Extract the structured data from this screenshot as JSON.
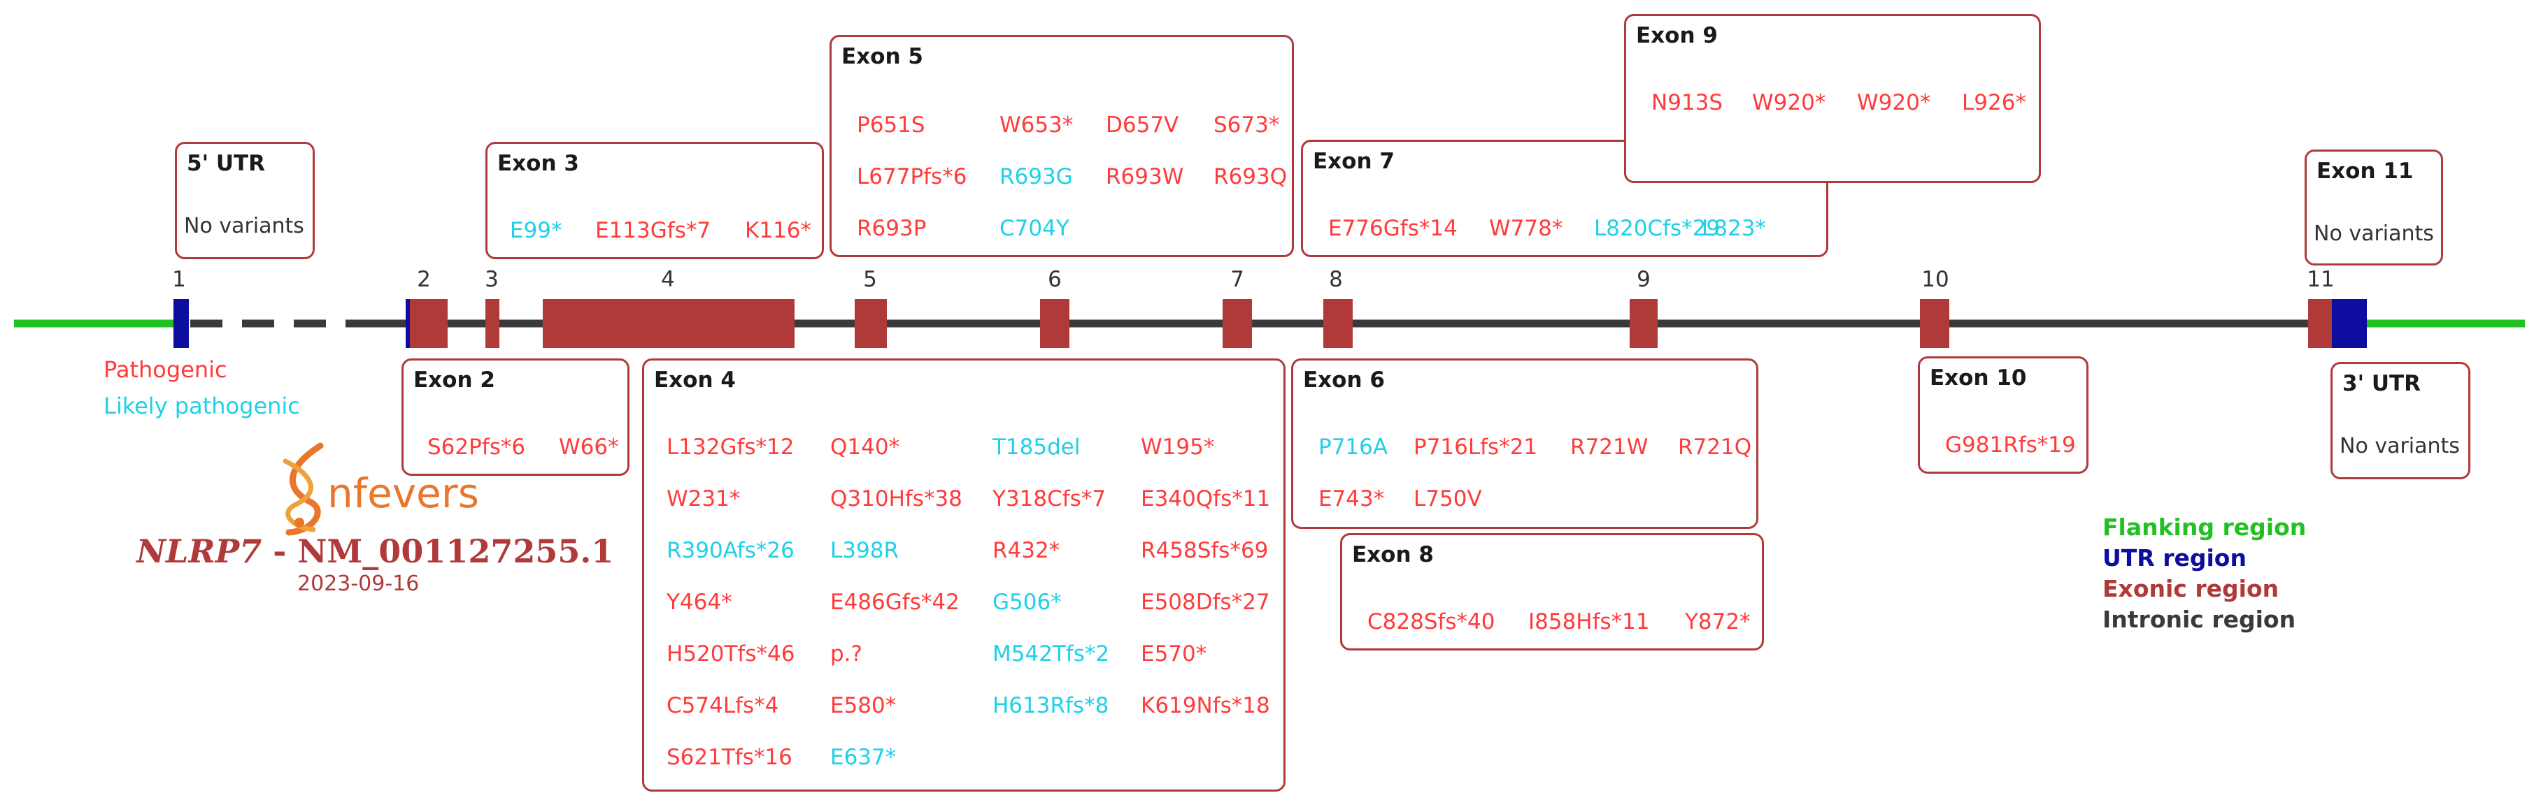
{
  "colors": {
    "pathogenic": "#ff3b3b",
    "likely_pathogenic": "#1fd0e8",
    "flanking": "#22c022",
    "utr": "#0d0da0",
    "exonic": "#b03a3a",
    "intronic": "#3a3a3a",
    "border": "#b03a3a"
  },
  "legend": {
    "pathogenic": "Pathogenic",
    "likely_pathogenic": "Likely pathogenic"
  },
  "logo": {
    "text": "nfevers"
  },
  "gene": {
    "name": "NLRP7",
    "separator": " - ",
    "transcript": "NM_001127255.1",
    "date": "2023-09-16"
  },
  "regions": [
    {
      "label": "Flanking region",
      "color": "#22c022"
    },
    {
      "label": "UTR region",
      "color": "#0d0da0"
    },
    {
      "label": "Exonic region",
      "color": "#b03a3a"
    },
    {
      "label": "Intronic region",
      "color": "#3a3a3a"
    }
  ],
  "exon_numbers": [
    "1",
    "2",
    "3",
    "4",
    "5",
    "6",
    "7",
    "8",
    "9",
    "10",
    "11"
  ],
  "boxes": [
    {
      "id": "utr5",
      "title": "5' UTR",
      "no_variants": "No variants",
      "rows": []
    },
    {
      "id": "exon3",
      "title": "Exon 3",
      "rows": [
        [
          {
            "t": "E99*",
            "c": "lp"
          },
          {
            "t": "E113Gfs*7",
            "c": "p"
          },
          {
            "t": "K116*",
            "c": "p"
          }
        ]
      ]
    },
    {
      "id": "exon5",
      "title": "Exon 5",
      "rows": [
        [
          {
            "t": "P651S",
            "c": "p"
          },
          {
            "t": "W653*",
            "c": "p"
          },
          {
            "t": "D657V",
            "c": "p"
          },
          {
            "t": "S673*",
            "c": "p"
          }
        ],
        [
          {
            "t": "L677Pfs*6",
            "c": "p"
          },
          {
            "t": "R693G",
            "c": "lp"
          },
          {
            "t": "R693W",
            "c": "p"
          },
          {
            "t": "R693Q",
            "c": "p"
          }
        ],
        [
          {
            "t": "R693P",
            "c": "p"
          },
          {
            "t": "C704Y",
            "c": "lp"
          }
        ]
      ]
    },
    {
      "id": "exon7",
      "title": "Exon 7",
      "rows": [
        [
          {
            "t": "E776Gfs*14",
            "c": "p"
          },
          {
            "t": "W778*",
            "c": "p"
          },
          {
            "t": "L820Cfs*29",
            "c": "lp"
          },
          {
            "t": "L823*",
            "c": "lp"
          }
        ]
      ]
    },
    {
      "id": "exon9",
      "title": "Exon 9",
      "rows": [
        [
          {
            "t": "N913S",
            "c": "p"
          },
          {
            "t": "W920*",
            "c": "p"
          },
          {
            "t": "W920*",
            "c": "p"
          },
          {
            "t": "L926*",
            "c": "p"
          }
        ]
      ]
    },
    {
      "id": "exon11",
      "title": "Exon 11",
      "no_variants": "No variants",
      "rows": []
    },
    {
      "id": "exon2",
      "title": "Exon 2",
      "rows": [
        [
          {
            "t": "S62Pfs*6",
            "c": "p"
          },
          {
            "t": "W66*",
            "c": "p"
          }
        ]
      ]
    },
    {
      "id": "exon4",
      "title": "Exon 4",
      "rows": [
        [
          {
            "t": "L132Gfs*12",
            "c": "p"
          },
          {
            "t": "Q140*",
            "c": "p"
          },
          {
            "t": "T185del",
            "c": "lp"
          },
          {
            "t": "W195*",
            "c": "p"
          }
        ],
        [
          {
            "t": "W231*",
            "c": "p"
          },
          {
            "t": "Q310Hfs*38",
            "c": "p"
          },
          {
            "t": "Y318Cfs*7",
            "c": "p"
          },
          {
            "t": "E340Qfs*11",
            "c": "p"
          }
        ],
        [
          {
            "t": "R390Afs*26",
            "c": "lp"
          },
          {
            "t": "L398R",
            "c": "lp"
          },
          {
            "t": "R432*",
            "c": "p"
          },
          {
            "t": "R458Sfs*69",
            "c": "p"
          }
        ],
        [
          {
            "t": "Y464*",
            "c": "p"
          },
          {
            "t": "E486Gfs*42",
            "c": "p"
          },
          {
            "t": "G506*",
            "c": "lp"
          },
          {
            "t": "E508Dfs*27",
            "c": "p"
          }
        ],
        [
          {
            "t": "H520Tfs*46",
            "c": "p"
          },
          {
            "t": "p.?",
            "c": "p"
          },
          {
            "t": "M542Tfs*2",
            "c": "lp"
          },
          {
            "t": "E570*",
            "c": "p"
          }
        ],
        [
          {
            "t": "C574Lfs*4",
            "c": "p"
          },
          {
            "t": "E580*",
            "c": "p"
          },
          {
            "t": "H613Rfs*8",
            "c": "lp"
          },
          {
            "t": "K619Nfs*18",
            "c": "p"
          }
        ],
        [
          {
            "t": "S621Tfs*16",
            "c": "p"
          },
          {
            "t": "E637*",
            "c": "lp"
          }
        ]
      ]
    },
    {
      "id": "exon6",
      "title": "Exon 6",
      "rows": [
        [
          {
            "t": "P716A",
            "c": "lp"
          },
          {
            "t": "P716Lfs*21",
            "c": "p"
          },
          {
            "t": "R721W",
            "c": "p"
          },
          {
            "t": "R721Q",
            "c": "p"
          }
        ],
        [
          {
            "t": "E743*",
            "c": "p"
          },
          {
            "t": "L750V",
            "c": "p"
          }
        ]
      ]
    },
    {
      "id": "exon8",
      "title": "Exon 8",
      "rows": [
        [
          {
            "t": "C828Sfs*40",
            "c": "p"
          },
          {
            "t": "I858Hfs*11",
            "c": "p"
          },
          {
            "t": "Y872*",
            "c": "p"
          }
        ]
      ]
    },
    {
      "id": "exon10",
      "title": "Exon 10",
      "rows": [
        [
          {
            "t": "G981Rfs*19",
            "c": "p"
          }
        ]
      ]
    },
    {
      "id": "utr3",
      "title": "3' UTR",
      "no_variants": "No variants",
      "rows": []
    }
  ]
}
